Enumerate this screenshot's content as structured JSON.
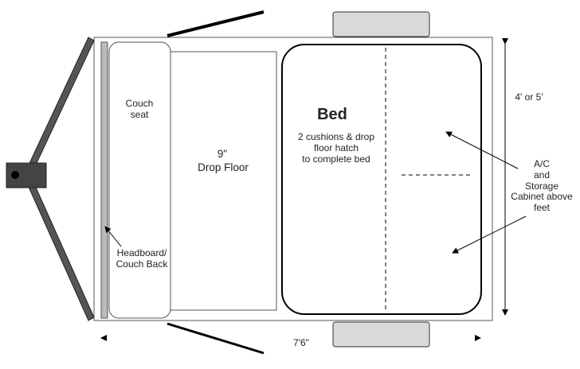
{
  "labels": {
    "couch_seat": "Couch\nseat",
    "drop_floor_size": "9\"",
    "drop_floor": "Drop Floor",
    "bed_title": "Bed",
    "bed_note": "2 cushions & drop\nfloor hatch\nto complete bed",
    "headboard": "Headboard/\nCouch Back",
    "width_dim": "4' or 5'",
    "length_dim": "7'6\"",
    "storage_note": "A/C\nand\nStorage\nCabinet above\nfeet"
  },
  "colors": {
    "line": "#000000",
    "tongue": "#555555",
    "wheel": "#d9d9d9",
    "hitch": "#444444",
    "headboard_fill": "#bbbbbb"
  }
}
